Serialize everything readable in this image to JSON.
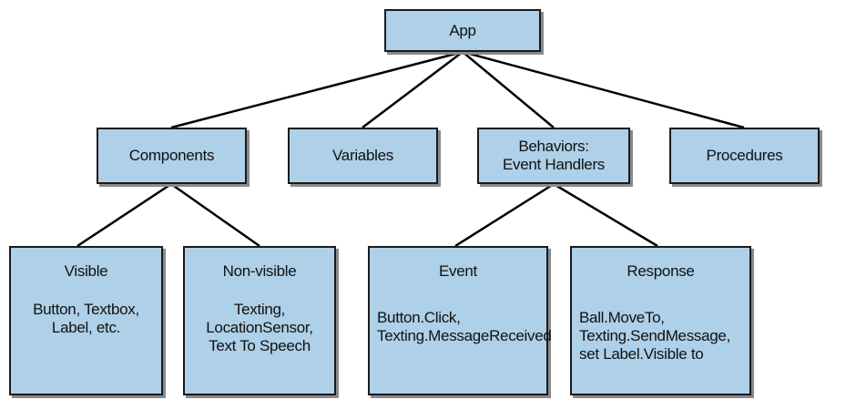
{
  "diagram": {
    "root": {
      "label": "App"
    },
    "level1": [
      {
        "id": "components",
        "label": "Components"
      },
      {
        "id": "variables",
        "label": "Variables"
      },
      {
        "id": "behaviors",
        "label": "Behaviors:\nEvent Handlers"
      },
      {
        "id": "procedures",
        "label": "Procedures"
      }
    ],
    "leaves": [
      {
        "id": "visible",
        "title": "Visible",
        "body": "Button, Textbox,\nLabel, etc."
      },
      {
        "id": "non-visible",
        "title": "Non-visible",
        "body": "Texting,\nLocationSensor,\nText To Speech"
      },
      {
        "id": "event",
        "title": "Event",
        "body": "Button.Click,\nTexting.MessageReceived"
      },
      {
        "id": "response",
        "title": "Response",
        "body": "Ball.MoveTo,\nTexting.SendMessage,\nset Label.Visible to"
      }
    ],
    "colors": {
      "box_fill": "#aed0e8",
      "box_border": "#1a1a1a",
      "box_shadow": "#8a8a8a",
      "line": "#000000"
    }
  }
}
